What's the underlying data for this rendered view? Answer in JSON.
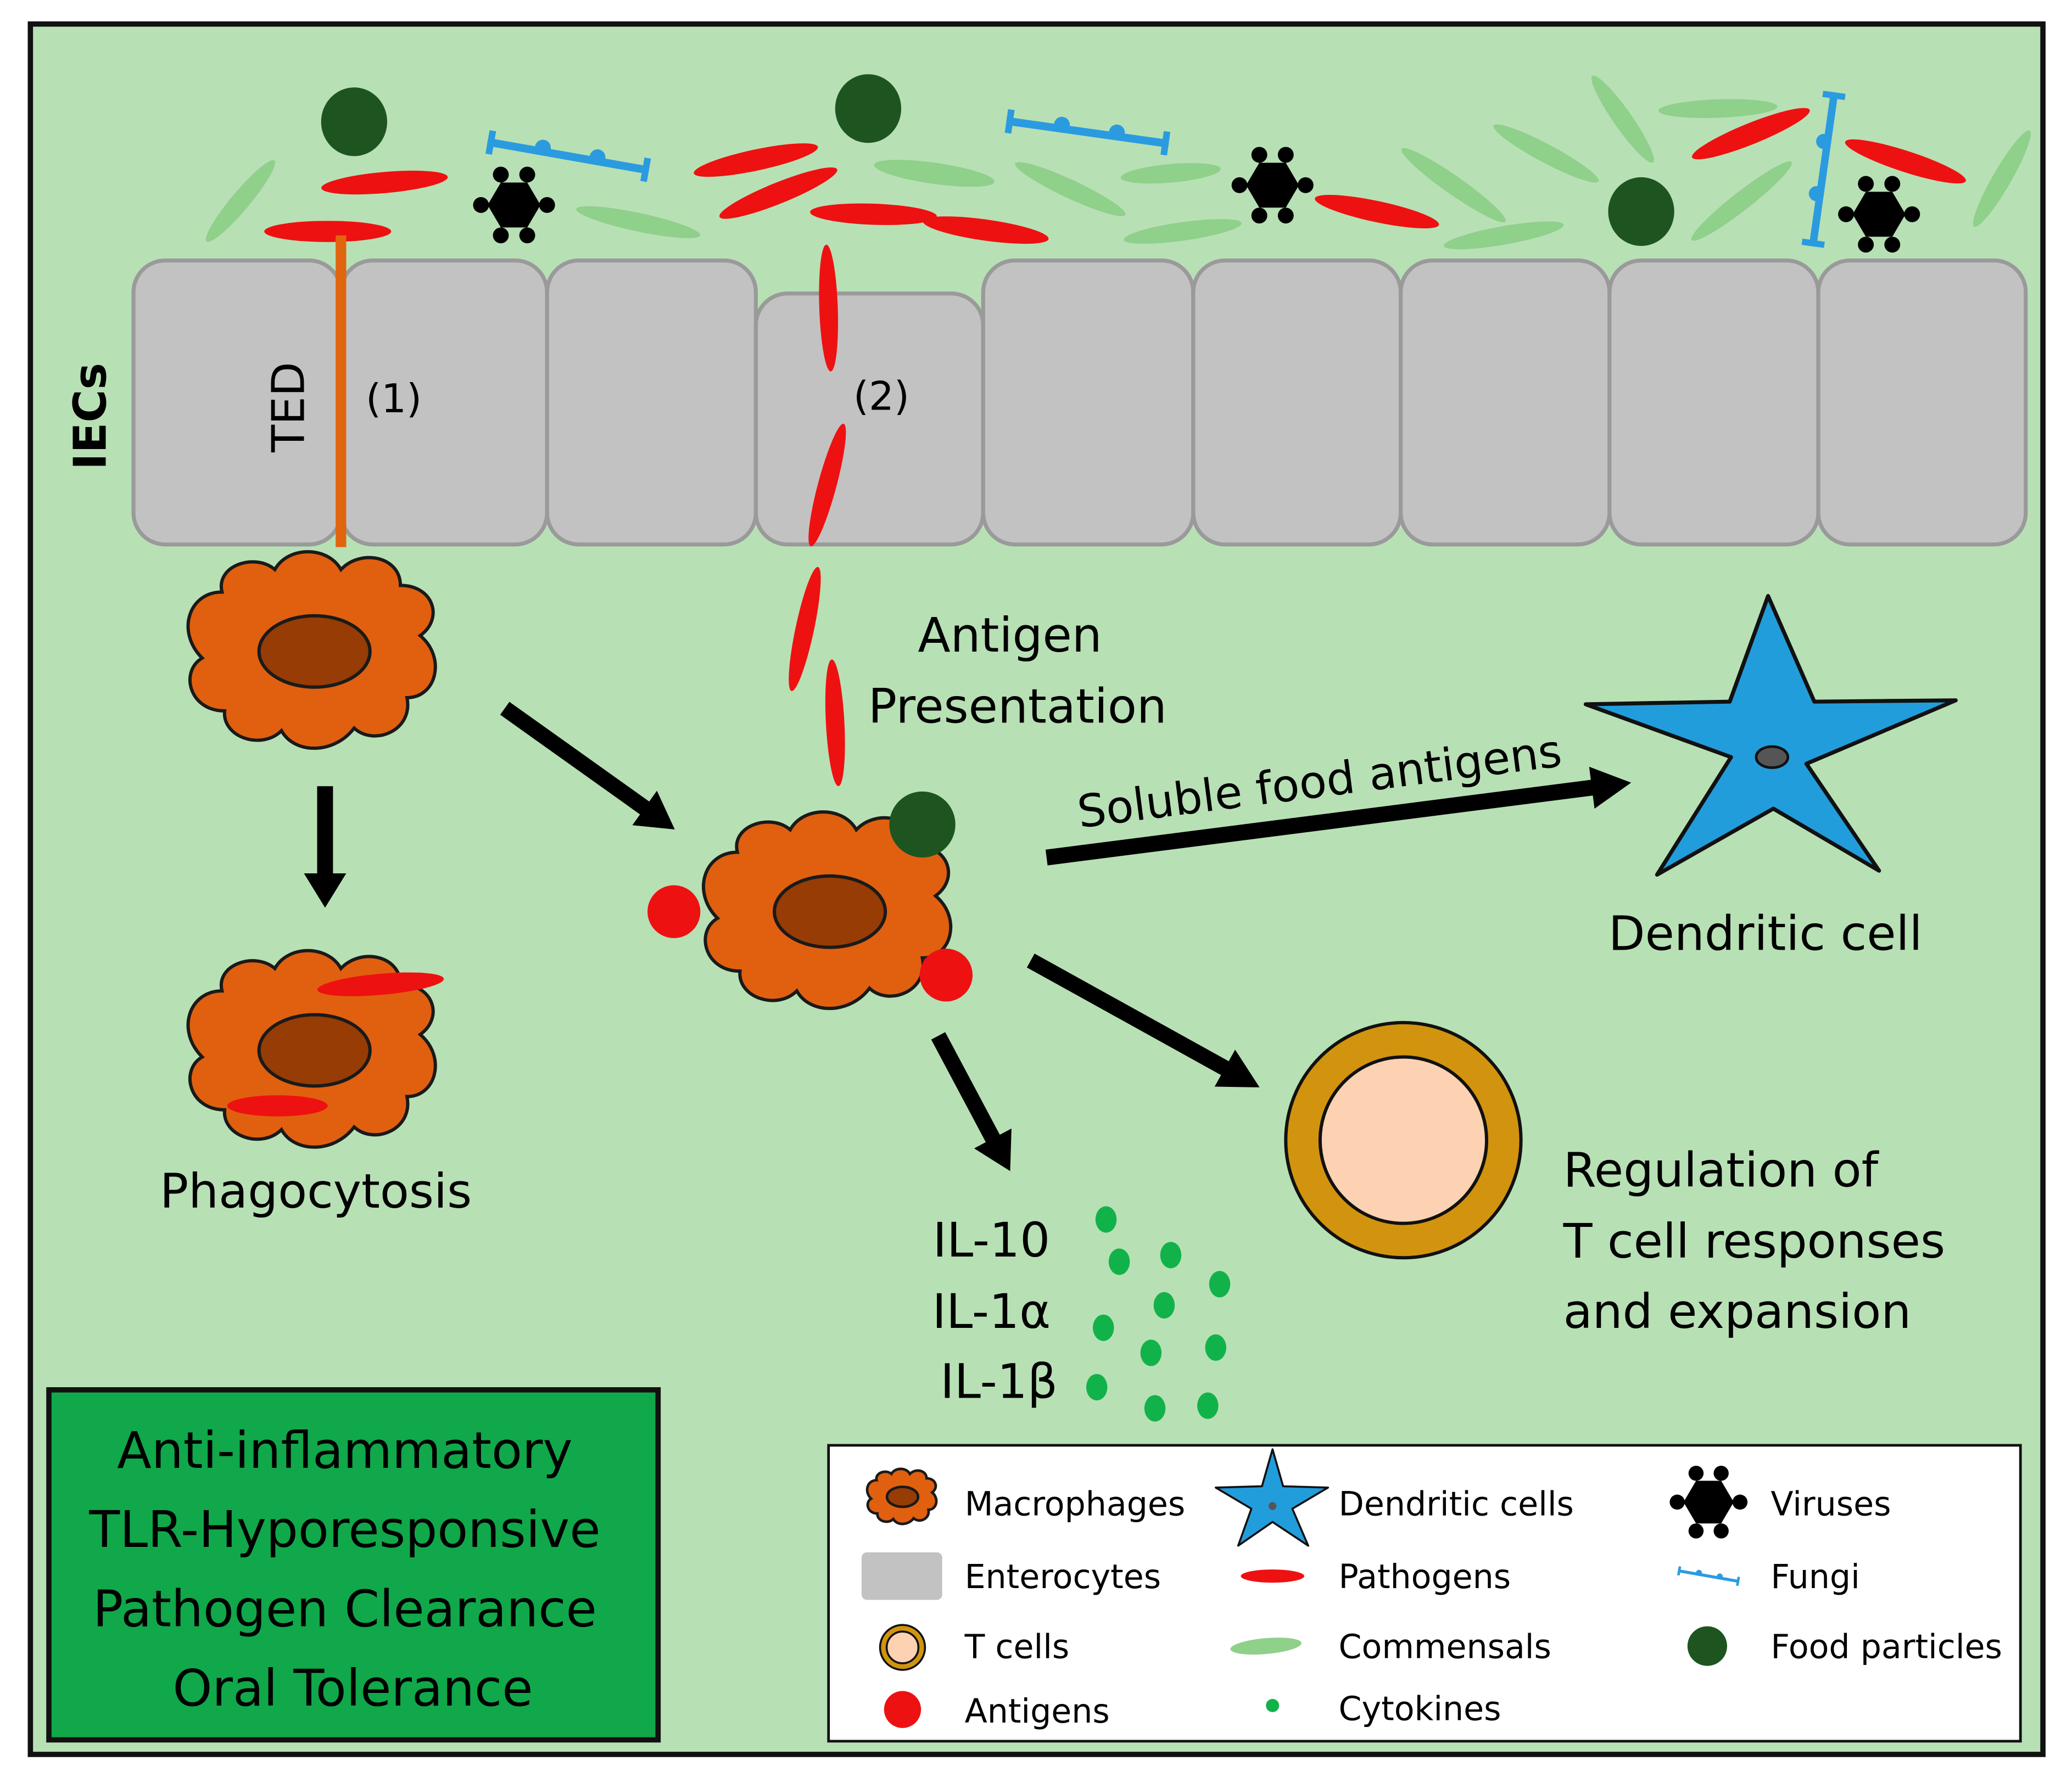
{
  "colors": {
    "background": "#b8e0b5",
    "frame": "#111111",
    "enterocyte_fill": "#c2c2c2",
    "enterocyte_stroke": "#9a9a9a",
    "macrophage": "#e06010",
    "macrophage_nucleus": "#963c04",
    "pathogen": "#ee1111",
    "commensal": "#8fd08a",
    "food_particle": "#1e5420",
    "fungi": "#2b9be0",
    "virus": "#000000",
    "dendritic_cell": "#229ddc",
    "tcell_outer": "#d2940e",
    "tcell_inner": "#fcd2b2",
    "cytokine": "#12b24a",
    "ted_line": "#e0650e",
    "summary_box": "#10a84a"
  },
  "labels": {
    "iecs": "IECs",
    "ted": "TED",
    "route_1": "(1)",
    "route_2": "(2)",
    "antigen_presentation_line1": "Antigen",
    "antigen_presentation_line2": "Presentation",
    "soluble_food_antigens": "Soluble food antigens",
    "dendritic_cell": "Dendritic cell",
    "phagocytosis": "Phagocytosis",
    "tcell_regulation_line1": "Regulation of",
    "tcell_regulation_line2": "T cell responses",
    "tcell_regulation_line3": "and expansion",
    "cytokines": [
      "IL-10",
      "IL-1α",
      "IL-1β"
    ]
  },
  "summary": {
    "lines": [
      "Anti-inflammatory",
      "TLR-Hyporesponsive",
      "Pathogen Clearance",
      "Oral Tolerance"
    ]
  },
  "legend": {
    "items": [
      {
        "icon": "macrophage-icon",
        "label": "Macrophages"
      },
      {
        "icon": "dendritic-cell-icon",
        "label": "Dendritic cells"
      },
      {
        "icon": "virus-icon",
        "label": "Viruses"
      },
      {
        "icon": "enterocyte-icon",
        "label": "Enterocytes"
      },
      {
        "icon": "pathogen-icon",
        "label": "Pathogens"
      },
      {
        "icon": "fungi-icon",
        "label": "Fungi"
      },
      {
        "icon": "tcell-icon",
        "label": "T cells"
      },
      {
        "icon": "commensal-icon",
        "label": "Commensals"
      },
      {
        "icon": "food-particle-icon",
        "label": "Food particles"
      },
      {
        "icon": "antigen-icon",
        "label": "Antigens"
      },
      {
        "icon": "cytokine-icon",
        "label": "Cytokines"
      }
    ]
  }
}
